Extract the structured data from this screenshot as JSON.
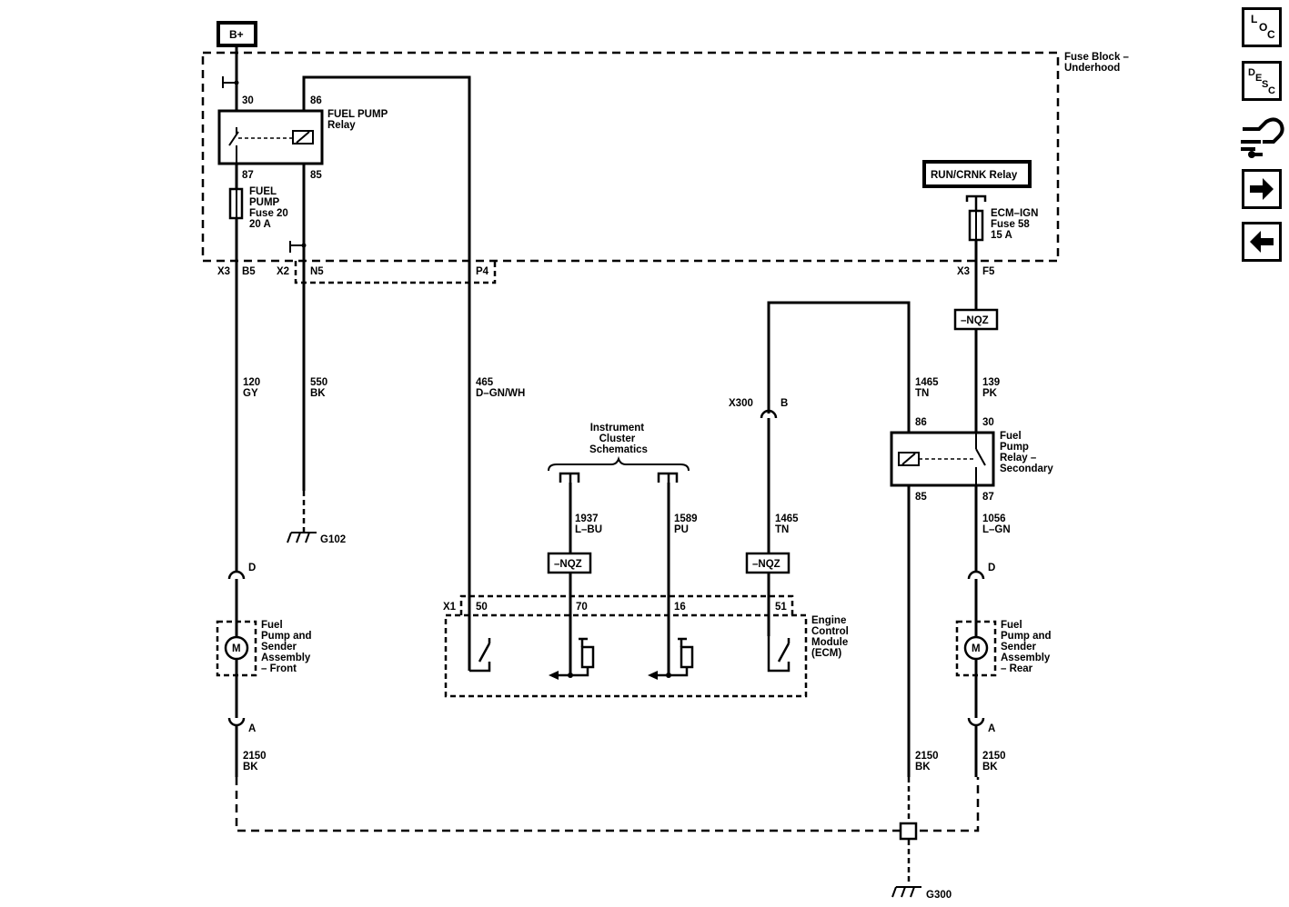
{
  "labels": {
    "b_plus": "B+",
    "fuse_block": [
      "Fuse Block –",
      "Underhood"
    ],
    "fuel_pump_relay": [
      "FUEL PUMP",
      "Relay"
    ],
    "fuel_pump_fuse": [
      "FUEL",
      "PUMP",
      "Fuse 20",
      "20 A"
    ],
    "run_crnk_relay": "RUN/CRNK Relay",
    "ecm_ign_fuse": [
      "ECM–IGN",
      "Fuse 58",
      "15 A"
    ],
    "g102": "G102",
    "g300": "G300",
    "cluster_schematics": [
      "Instrument",
      "Cluster",
      "Schematics"
    ],
    "ecm": [
      "Engine",
      "Control",
      "Module",
      "(ECM)"
    ],
    "pump_front": [
      "Fuel",
      "Pump and",
      "Sender",
      "Assembly",
      "– Front"
    ],
    "pump_rear": [
      "Fuel",
      "Pump and",
      "Sender",
      "Assembly",
      "– Rear"
    ],
    "relay_secondary": [
      "Fuel",
      "Pump",
      "Relay –",
      "Secondary"
    ],
    "motor": "M",
    "nqz": "–NQZ"
  },
  "pins": {
    "p30": "30",
    "p86": "86",
    "p87": "87",
    "p85": "85",
    "x3": "X3",
    "b5": "B5",
    "x2": "X2",
    "n5": "N5",
    "p4": "P4",
    "f5": "F5",
    "x300": "X300",
    "b": "B",
    "s86": "86",
    "s30": "30",
    "s85": "85",
    "s87": "87",
    "x1": "X1",
    "e50": "50",
    "e70": "70",
    "e16": "16",
    "e51": "51",
    "d": "D",
    "a": "A"
  },
  "wires": {
    "w120": [
      "120",
      "GY"
    ],
    "w550": [
      "550",
      "BK"
    ],
    "w465": [
      "465",
      "D–GN/WH"
    ],
    "w1465a": [
      "1465",
      "TN"
    ],
    "w139": [
      "139",
      "PK"
    ],
    "w1937": [
      "1937",
      "L–BU"
    ],
    "w1589": [
      "1589",
      "PU"
    ],
    "w1465b": [
      "1465",
      "TN"
    ],
    "w1056": [
      "1056",
      "L–GN"
    ],
    "w2150a": [
      "2150",
      "BK"
    ],
    "w2150b": [
      "2150",
      "BK"
    ],
    "w2150c": [
      "2150",
      "BK"
    ]
  },
  "nav": {
    "loc": [
      "L",
      "O",
      "C"
    ],
    "desc": [
      "D",
      "E",
      "S",
      "C"
    ]
  }
}
